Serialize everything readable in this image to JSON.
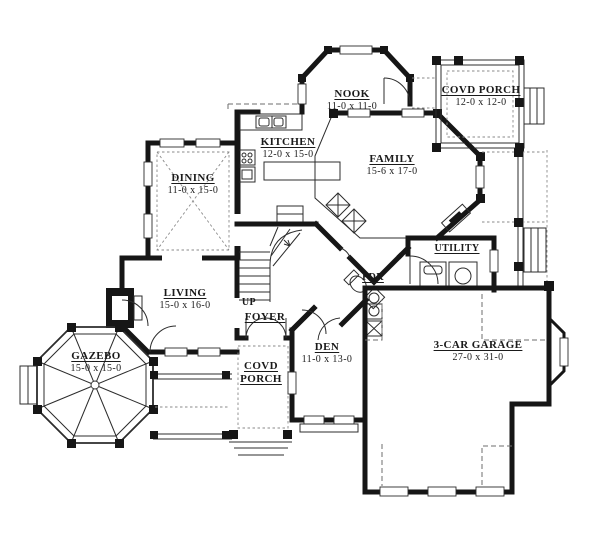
{
  "plan": {
    "rooms": {
      "nook": {
        "name": "NOOK",
        "dims": "11-0 x 11-0"
      },
      "covd_porch_upper": {
        "name": "COVD PORCH",
        "dims": "12-0 x 12-0"
      },
      "kitchen": {
        "name": "KITCHEN",
        "dims": "12-0 x 15-0"
      },
      "dining": {
        "name": "DINING",
        "dims": "11-0 x 15-0"
      },
      "family": {
        "name": "FAMILY",
        "dims": "15-6 x 17-0"
      },
      "living": {
        "name": "LIVING",
        "dims": "15-0 x 16-0"
      },
      "gazebo": {
        "name": "GAZEBO",
        "dims": "15-0 x 15-0"
      },
      "den": {
        "name": "DEN",
        "dims": "11-0 x 13-0"
      },
      "garage": {
        "name": "3-CAR GARAGE",
        "dims": "27-0 x 31-0"
      },
      "foyer": {
        "name": "FOYER"
      },
      "powder": {
        "name": "PDR"
      },
      "utility": {
        "name": "UTILITY"
      },
      "covd_porch_entry": {
        "name_line1": "COVD",
        "name_line2": "PORCH"
      },
      "stairs": {
        "direction_label": "UP"
      }
    },
    "colors": {
      "ink": "#1a1a1a",
      "paper": "#ffffff"
    }
  }
}
